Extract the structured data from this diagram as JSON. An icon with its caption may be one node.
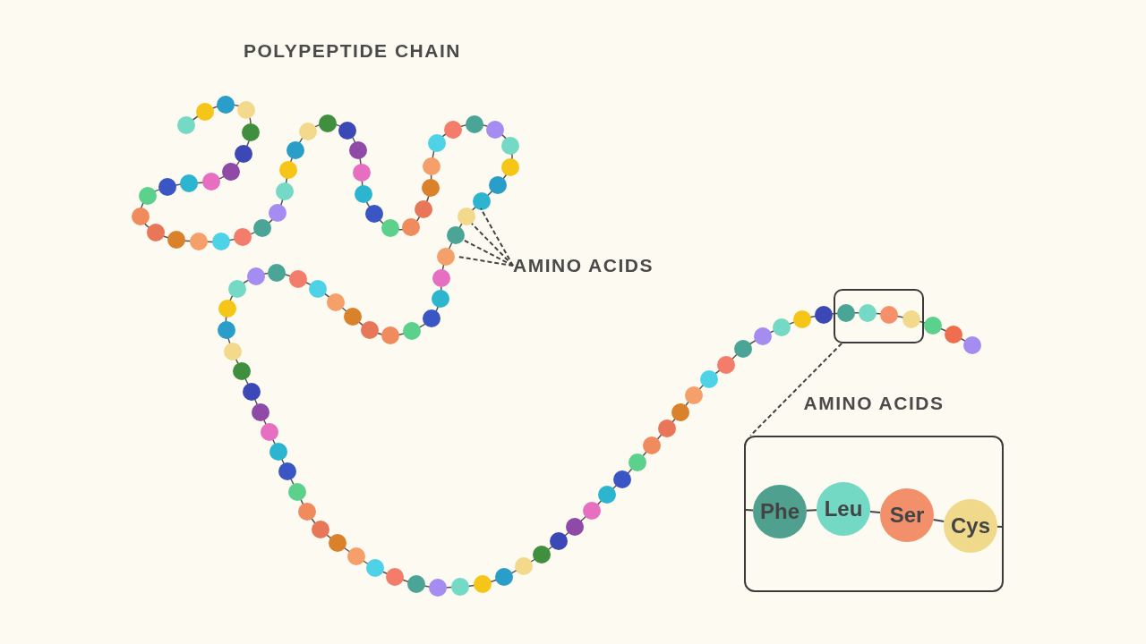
{
  "diagram": {
    "title": "POLYPEPTIDE CHAIN",
    "nodes": [
      {
        "text": [
          "AMINO ACIDS"
        ]
      },
      {
        "text": [],
        "shape": "box"
      },
      {
        "text": [
          "AMINO ACIDS"
        ]
      },
      {
        "text": [
          "Phe"
        ],
        "in": 2
      },
      {
        "text": [
          "Leu"
        ],
        "in": 2
      },
      {
        "text": [
          "Ser"
        ],
        "in": 2
      },
      {
        "text": [
          "Cys"
        ],
        "in": 2
      }
    ],
    "edges": [
      {
        "from": 0,
        "to": null,
        "arrow": "none",
        "style": "dashed"
      },
      {
        "from": 0,
        "to": null,
        "arrow": "none",
        "style": "dashed"
      },
      {
        "from": 0,
        "to": null,
        "arrow": "none",
        "style": "dashed"
      },
      {
        "from": 0,
        "to": null,
        "arrow": "none",
        "style": "dashed"
      },
      {
        "from": 1,
        "to": 2,
        "arrow": "none",
        "style": "dashed"
      },
      {
        "from": null,
        "to": 3,
        "arrow": "none"
      },
      {
        "from": 3,
        "to": 4,
        "arrow": "none"
      },
      {
        "from": 4,
        "to": 5,
        "arrow": "none"
      },
      {
        "from": 5,
        "to": 6,
        "arrow": "none"
      },
      {
        "from": 6,
        "to": null,
        "arrow": "none"
      }
    ]
  }
}
